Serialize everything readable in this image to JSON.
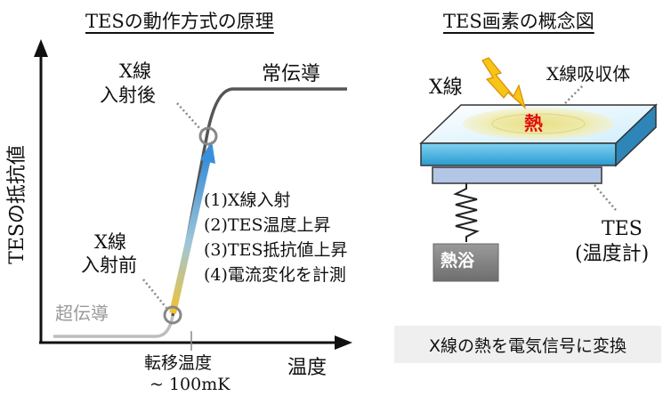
{
  "left_panel": {
    "title": "TESの動作方式の原理",
    "y_axis_label": "TESの抵抗値",
    "x_axis_label": "温度",
    "normal_label": "常伝導",
    "super_label": "超伝導",
    "after_label": [
      "X線",
      "入射後"
    ],
    "before_label": [
      "X線",
      "入射前"
    ],
    "transition_label": [
      "転移温度",
      "~ 100mK"
    ],
    "steps": [
      "(1)X線入射",
      "(2)TES温度上昇",
      "(3)TES抵抗値上昇",
      "(4)電流変化を計測"
    ]
  },
  "right_panel": {
    "title": "TES画素の概念図",
    "xray_label": "X線",
    "absorber_label": "X線吸収体",
    "heat_label": "熱",
    "bath_label": "熱浴",
    "tes_label": [
      "TES",
      "(温度計)"
    ],
    "caption": "X線の熱を電気信号に変換"
  },
  "colors": {
    "curve": "#555555",
    "superconducting": "#bdbdbd",
    "arrow_bottom": "#f2c230",
    "arrow_top": "#3a8fd9",
    "absorber_top": "#e8f7ff",
    "heat_glow": "#f4ecb0",
    "heat_text": "#e01010",
    "bath": "#8a8a8a"
  }
}
